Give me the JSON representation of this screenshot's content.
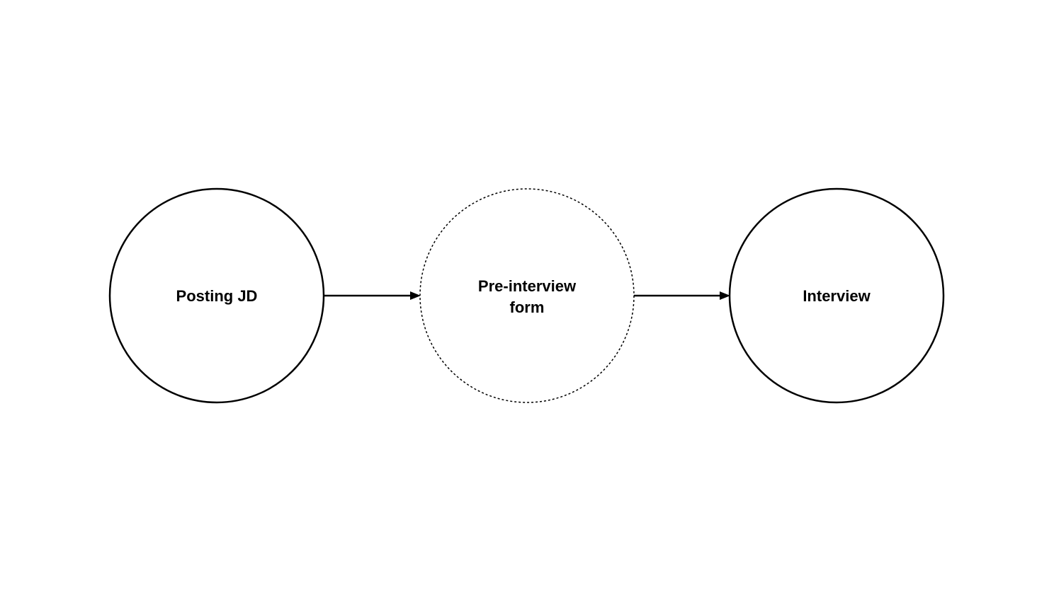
{
  "diagram": {
    "nodes": [
      {
        "id": "posting-jd",
        "lines": [
          "Posting JD"
        ],
        "style": "solid"
      },
      {
        "id": "pre-interview-form",
        "lines": [
          "Pre-interview",
          "form"
        ],
        "style": "dashed"
      },
      {
        "id": "interview",
        "lines": [
          "Interview"
        ],
        "style": "solid"
      }
    ],
    "edges": [
      {
        "from": "posting-jd",
        "to": "pre-interview-form"
      },
      {
        "from": "pre-interview-form",
        "to": "interview"
      }
    ],
    "colors": {
      "background": "#ffffff",
      "stroke": "#000000",
      "text": "#000000"
    }
  }
}
